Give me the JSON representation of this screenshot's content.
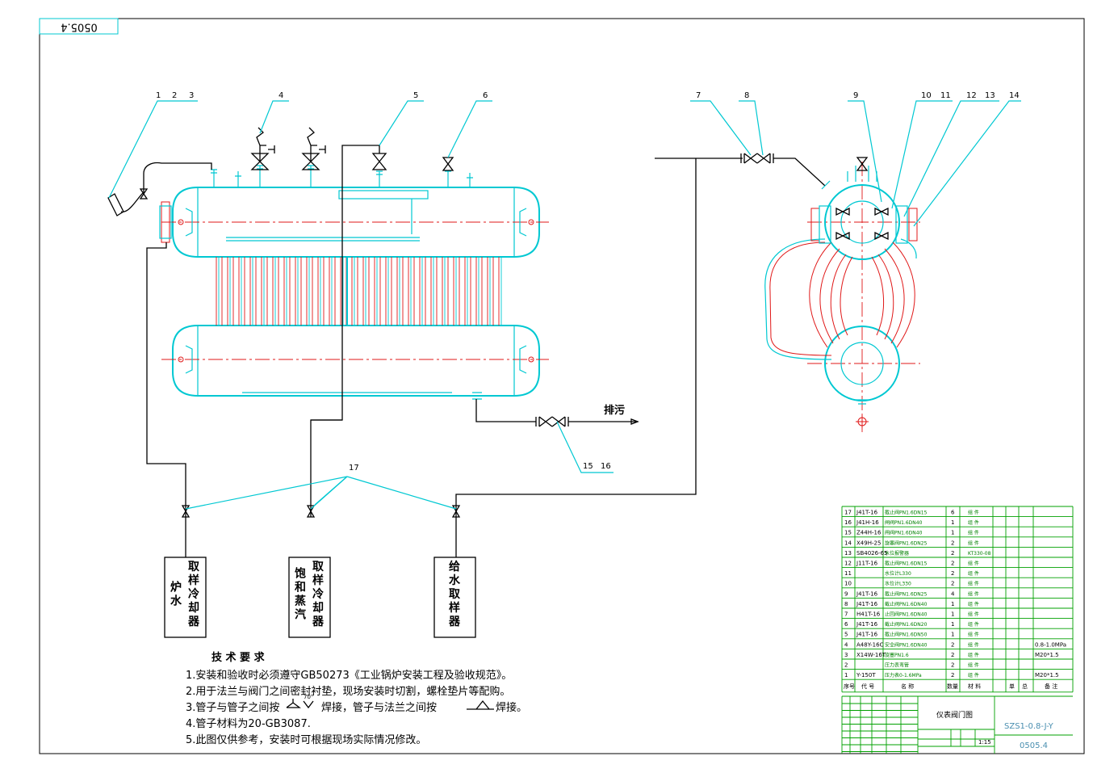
{
  "drawing_no_rotated": "0505.4",
  "leaders_left": [
    "1",
    "2",
    "3",
    "4",
    "5",
    "6"
  ],
  "leaders_right": [
    "7",
    "8",
    "9",
    "10",
    "11",
    "12",
    "13",
    "14"
  ],
  "drain": {
    "label": "排污",
    "leader_a": "15",
    "leader_b": "16"
  },
  "sample_leader": "17",
  "sample_boxes": [
    {
      "col1": "炉水",
      "col2": "取样冷却器"
    },
    {
      "col1": "饱和蒸汽",
      "col2": "取样冷却器"
    },
    {
      "col1": "",
      "col2": "给水取样器"
    }
  ],
  "notes": {
    "title": "技 术 要 求",
    "lines": [
      "1.安装和验收时必须遵守GB50273《工业锅炉安装工程及验收规范》。",
      "2.用于法兰与阀门之间密封衬垫，现场安装时切割，螺栓垫片等配购。",
      "3.管子与管子之间按",
      "焊接，管子与法兰之间按",
      "焊接。",
      "4.管子材料为20-GB3087.",
      "5.此图仅供参考，安装时可根据现场实际情况修改。"
    ],
    "weld_mark": "70°"
  },
  "bom": [
    {
      "no": "17",
      "code": "J41T-16",
      "name": "截止阀PN1.6DN15",
      "qty": "6",
      "mat": "组 件",
      "note": ""
    },
    {
      "no": "16",
      "code": "J41H-16",
      "name": "闸阀PN1.6DN40",
      "qty": "1",
      "mat": "组 件",
      "note": ""
    },
    {
      "no": "15",
      "code": "Z44H-16",
      "name": "闸阀PN1.6DN40",
      "qty": "1",
      "mat": "组 件",
      "note": ""
    },
    {
      "no": "14",
      "code": "X49H-25",
      "name": "旋塞阀PN1.6DN25",
      "qty": "2",
      "mat": "组 件",
      "note": ""
    },
    {
      "no": "13",
      "code": "SB4026-65",
      "name": "水位报警器",
      "qty": "2",
      "mat": "KT330-08",
      "note": ""
    },
    {
      "no": "12",
      "code": "J11T-16",
      "name": "截止阀PN1.6DN15",
      "qty": "2",
      "mat": "组 件",
      "note": ""
    },
    {
      "no": "11",
      "code": "",
      "name": "水位计L330",
      "qty": "2",
      "mat": "组 件",
      "note": ""
    },
    {
      "no": "10",
      "code": "",
      "name": "水位计L330",
      "qty": "2",
      "mat": "组 件",
      "note": ""
    },
    {
      "no": "9",
      "code": "J41T-16",
      "name": "截止阀PN1.6DN25",
      "qty": "4",
      "mat": "组 件",
      "note": ""
    },
    {
      "no": "8",
      "code": "J41T-16",
      "name": "截止阀PN1.6DN40",
      "qty": "1",
      "mat": "组 件",
      "note": ""
    },
    {
      "no": "7",
      "code": "H41T-16",
      "name": "止回阀PN1.6DN40",
      "qty": "1",
      "mat": "组 件",
      "note": ""
    },
    {
      "no": "6",
      "code": "J41T-16",
      "name": "截止阀PN1.6DN20",
      "qty": "1",
      "mat": "组 件",
      "note": ""
    },
    {
      "no": "5",
      "code": "J41T-16",
      "name": "截止阀PN1.6DN50",
      "qty": "1",
      "mat": "组 件",
      "note": ""
    },
    {
      "no": "4",
      "code": "A48Y-16C",
      "name": "安全阀PN1.6DN40",
      "qty": "2",
      "mat": "组 件",
      "note": "0.8-1.0MPa"
    },
    {
      "no": "3",
      "code": "X14W-16T",
      "name": "旋塞PN1.6",
      "qty": "2",
      "mat": "组 件",
      "note": "M20*1.5"
    },
    {
      "no": "2",
      "code": "",
      "name": "压力表弯管",
      "qty": "2",
      "mat": "组 件",
      "note": ""
    },
    {
      "no": "1",
      "code": "Y-150T",
      "name": "压力表0-1.6MPa",
      "qty": "2",
      "mat": "组 件",
      "note": "M20*1.5"
    }
  ],
  "bom_header": {
    "no": "序号",
    "code": "代 号",
    "name": "名 称",
    "qty": "数量",
    "mat": "材 料",
    "wt1": "单",
    "wt2": "总",
    "note": "备 注"
  },
  "title_block": {
    "drawing_title": "仪表阀门图",
    "model": "SZS1-0.8-J-Y",
    "drawing_no": "0505.4",
    "scale": "1:15"
  }
}
